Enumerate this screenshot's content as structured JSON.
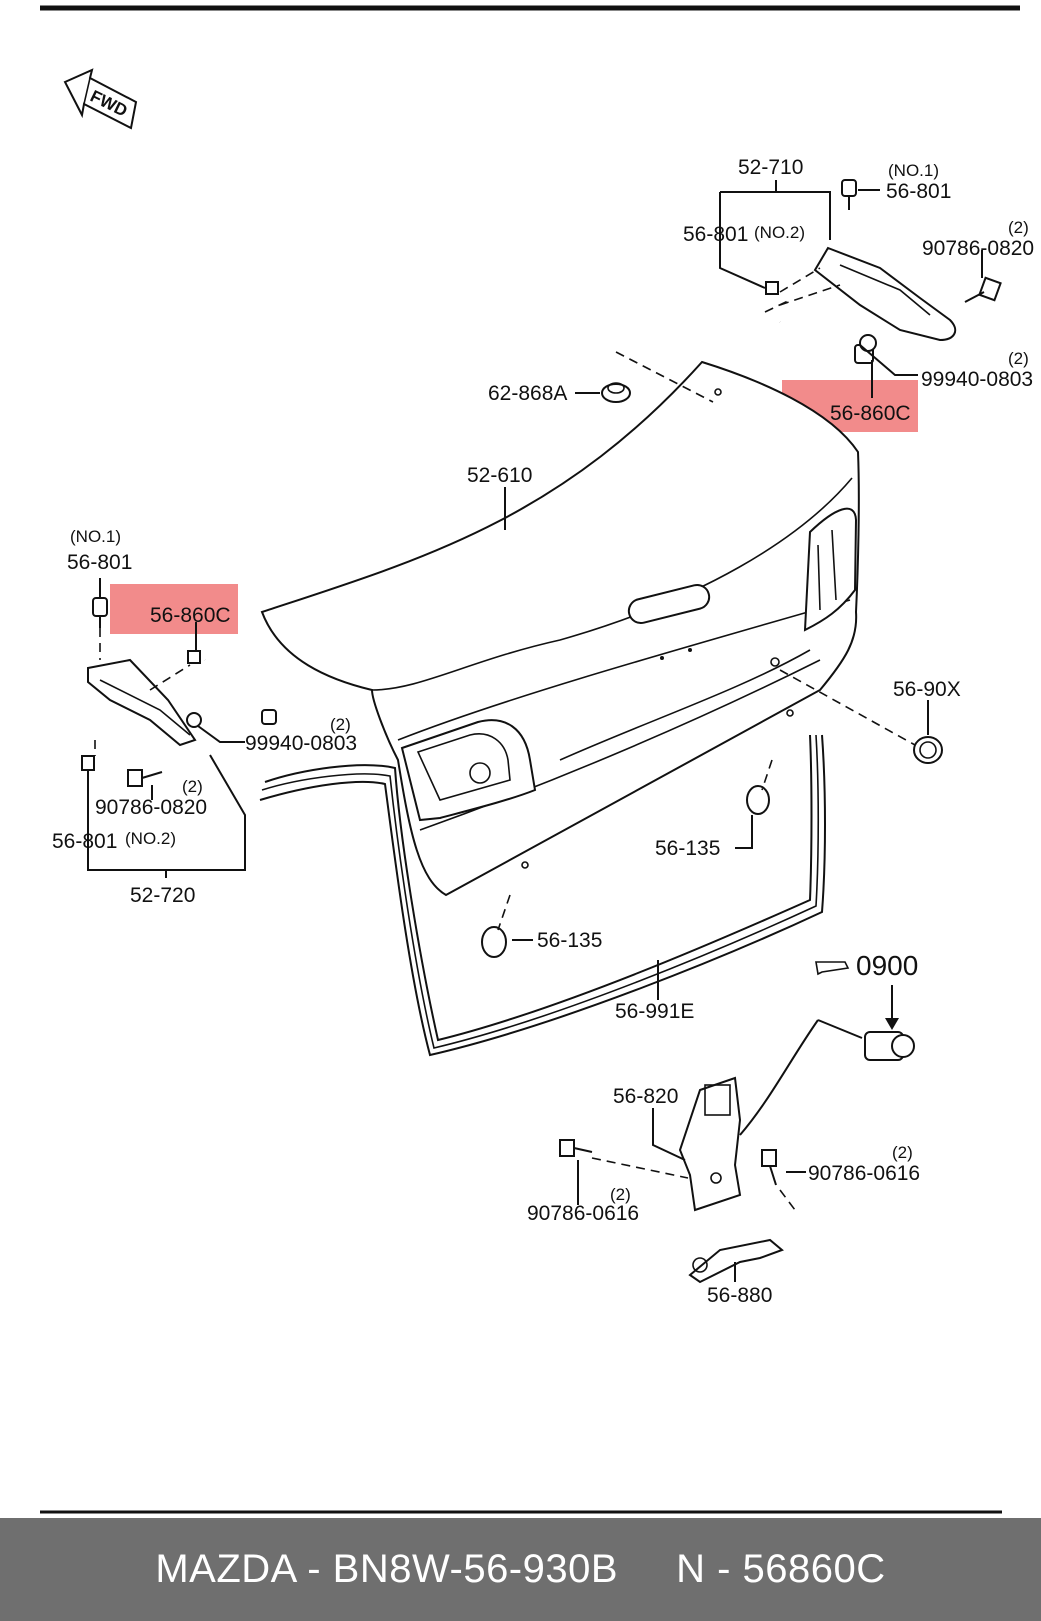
{
  "labels": {
    "fwd": "FWD",
    "l52_710": "52-710",
    "no1_top": "(NO.1)",
    "l56_801_top": "56-801",
    "l56_801_no2_top": "56-801",
    "no2_top": "(NO.2)",
    "q2_a": "(2)",
    "l90786_0820_top": "90786-0820",
    "q2_b": "(2)",
    "l99940_0803_top": "99940-0803",
    "l62_868a": "62-868A",
    "l56_860c_top": "56-860C",
    "l52_610": "52-610",
    "no1_left": "(NO.1)",
    "l56_801_left": "56-801",
    "l56_860c_left": "56-860C",
    "q2_c": "(2)",
    "l99940_0803_left": "99940-0803",
    "q2_d": "(2)",
    "l90786_0820_left": "90786-0820",
    "l56_801_no2_left": "56-801",
    "no2_left": "(NO.2)",
    "l52_720": "52-720",
    "l56_90x": "56-90X",
    "l56_135_right": "56-135",
    "l56_135_left": "56-135",
    "l56_991e": "56-991E",
    "ref_0900": "0900",
    "l56_820": "56-820",
    "q2_e": "(2)",
    "l90786_0616_right": "90786-0616",
    "q2_f": "(2)",
    "l90786_0616_left": "90786-0616",
    "l56_880": "56-880"
  },
  "highlight_color": "#f28b8b",
  "footer": {
    "part_info": "MAZDA - BN8W-56-930B",
    "separator": "     ",
    "ref_info": "N - 56860C"
  }
}
